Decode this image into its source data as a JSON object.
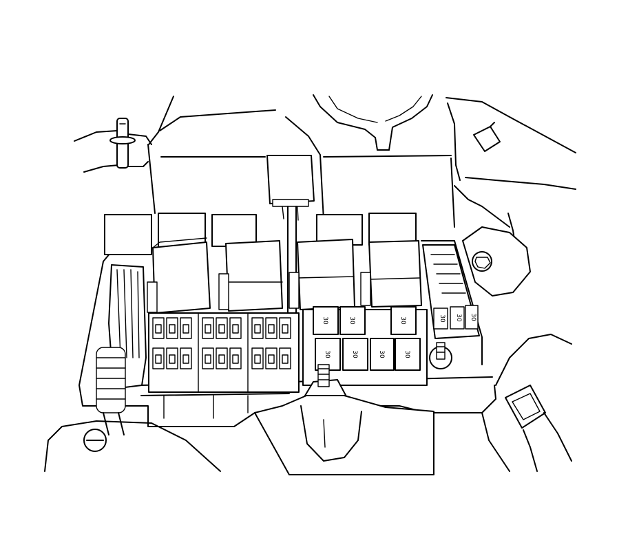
{
  "fuse_labels": {
    "left_row": [
      "30",
      "30",
      "30",
      "30"
    ],
    "right_row": [
      "30",
      "30",
      "30"
    ],
    "strip": [
      "30",
      "30",
      "30"
    ]
  }
}
